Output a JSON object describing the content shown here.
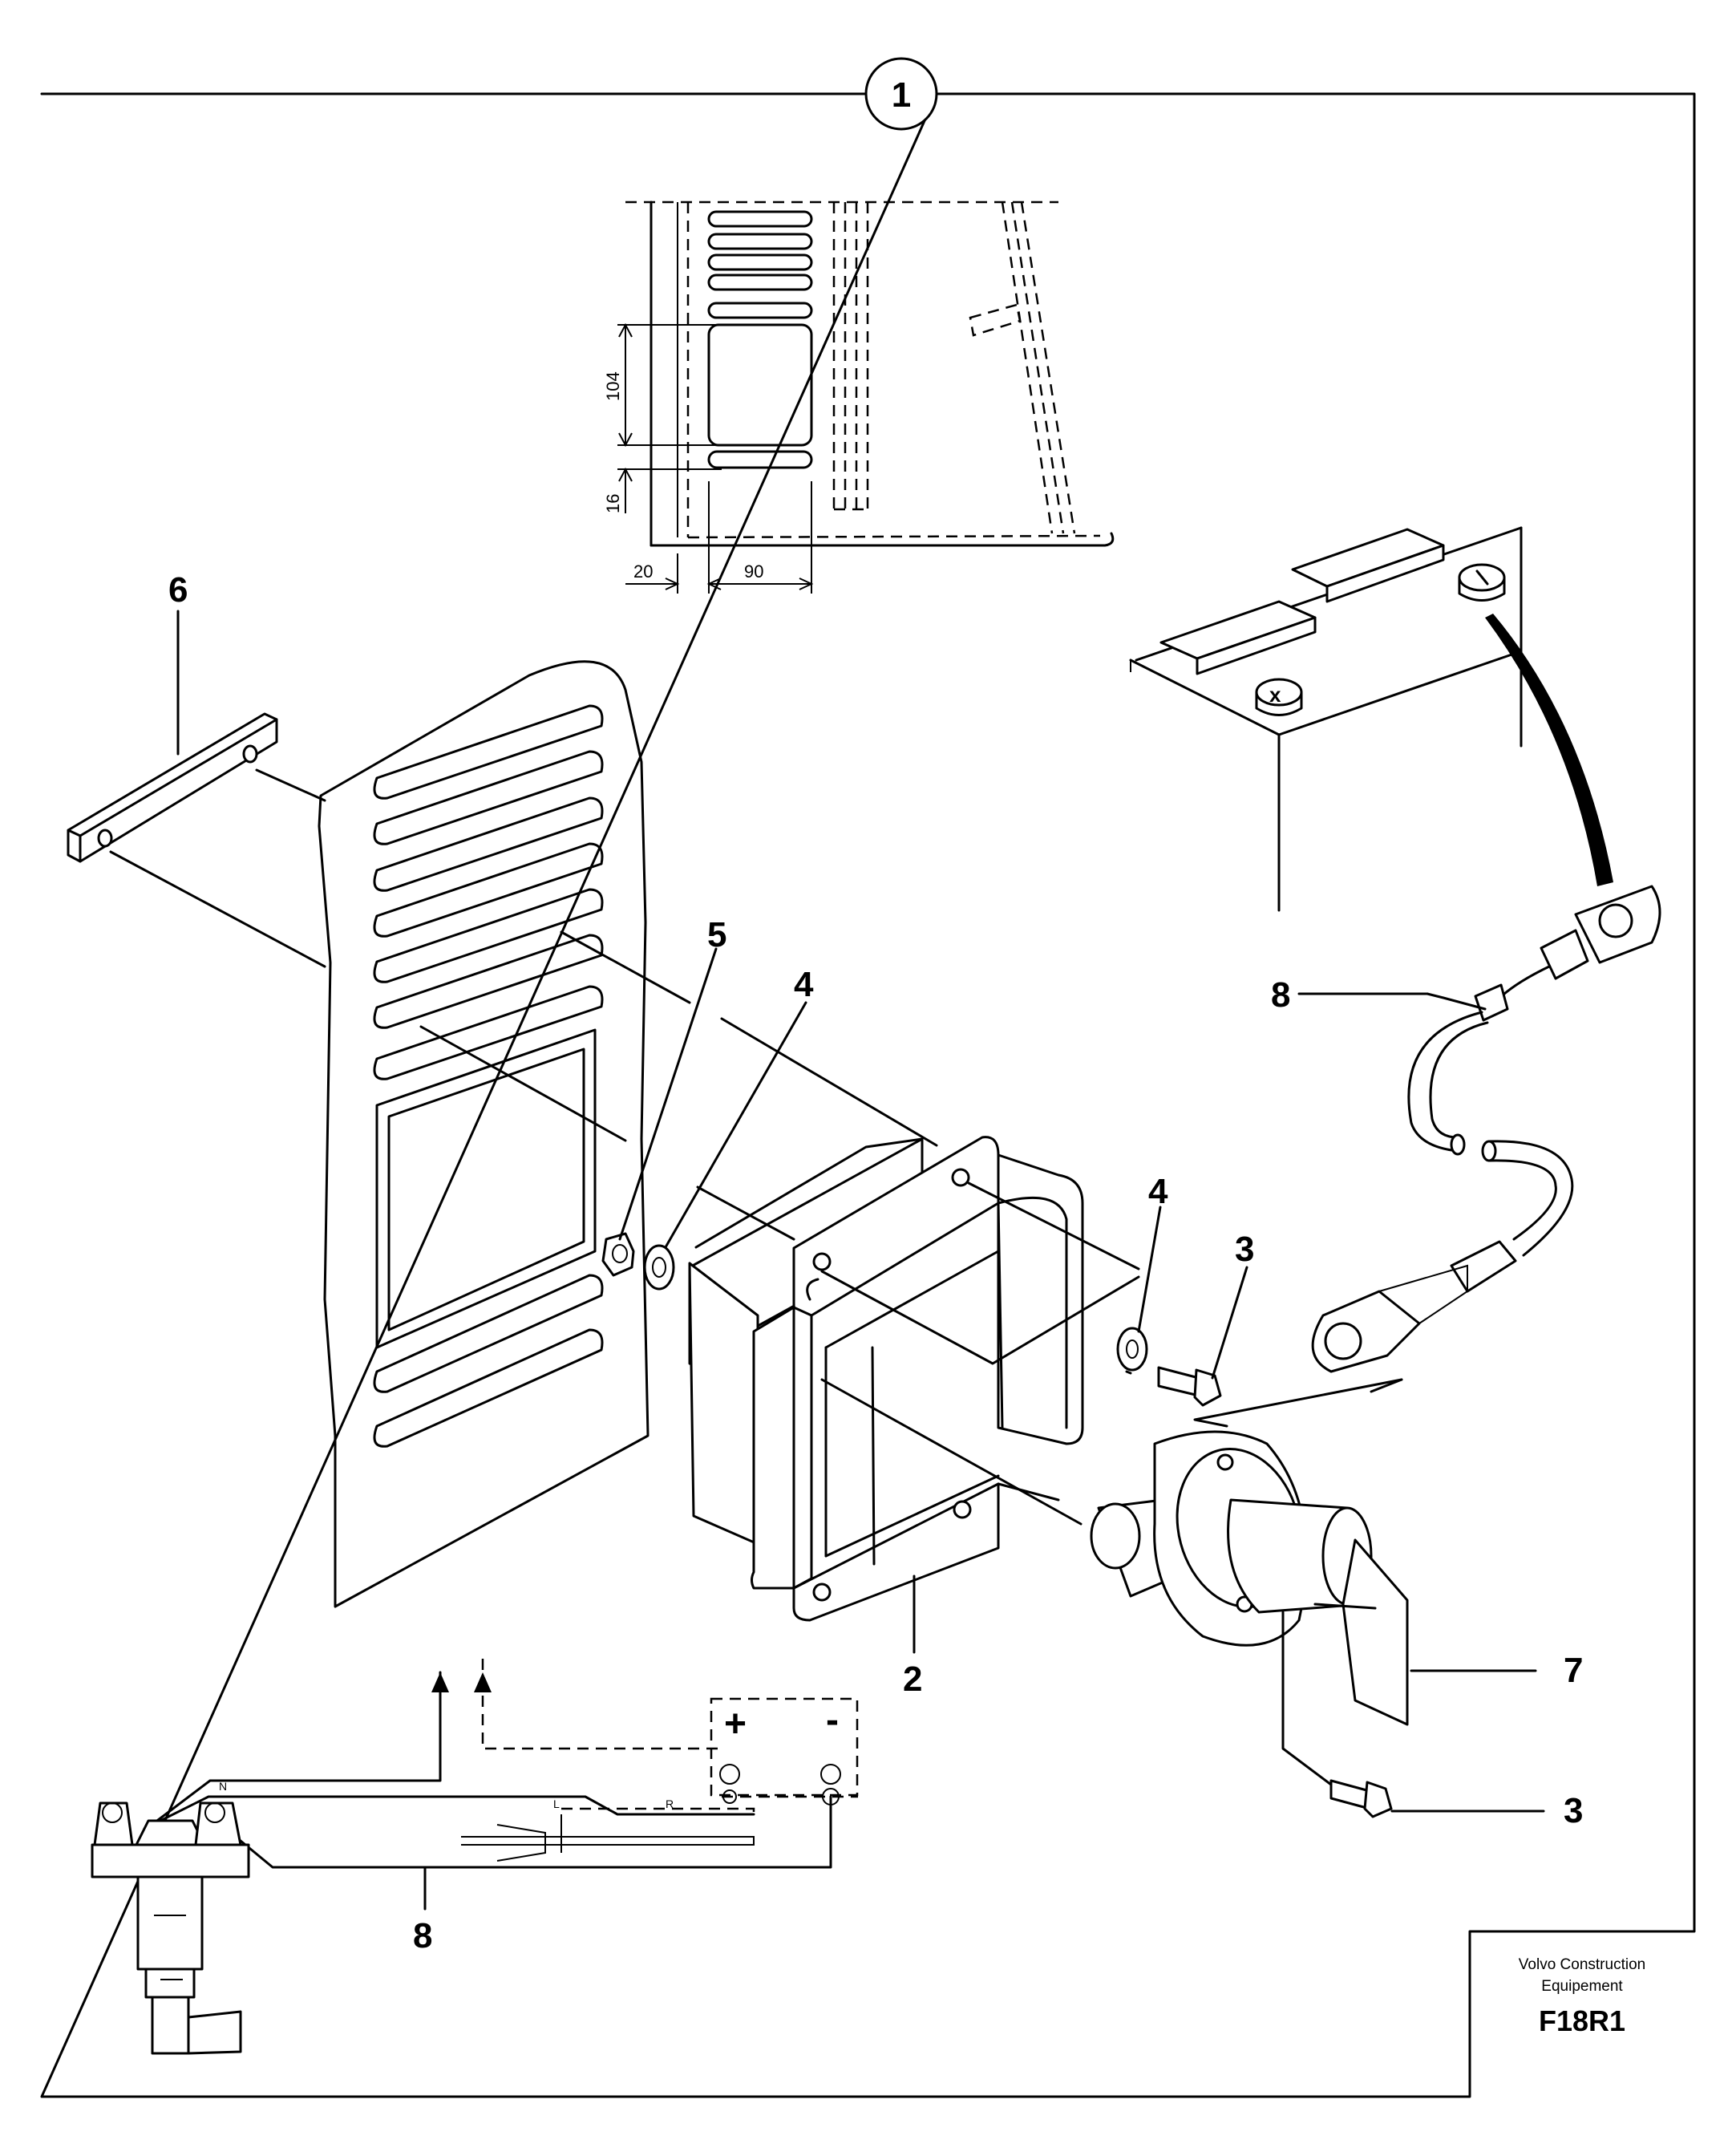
{
  "sheet": {
    "section_number": "1",
    "brand_line1": "Volvo Construction",
    "brand_line2": "Equipement",
    "figure_code": "F18R1"
  },
  "dimensions": {
    "d104": "104",
    "d16": "16",
    "d20": "20",
    "d90": "90"
  },
  "callouts": {
    "c6": "6",
    "c5": "5",
    "c4a": "4",
    "c4b": "4",
    "c3a": "3",
    "c3b": "3",
    "c8a": "8",
    "c8b": "8",
    "c2": "2",
    "c7": "7"
  },
  "wiring": {
    "plus": "+",
    "minus": "-",
    "n": "N",
    "r": "R",
    "l": "L"
  }
}
